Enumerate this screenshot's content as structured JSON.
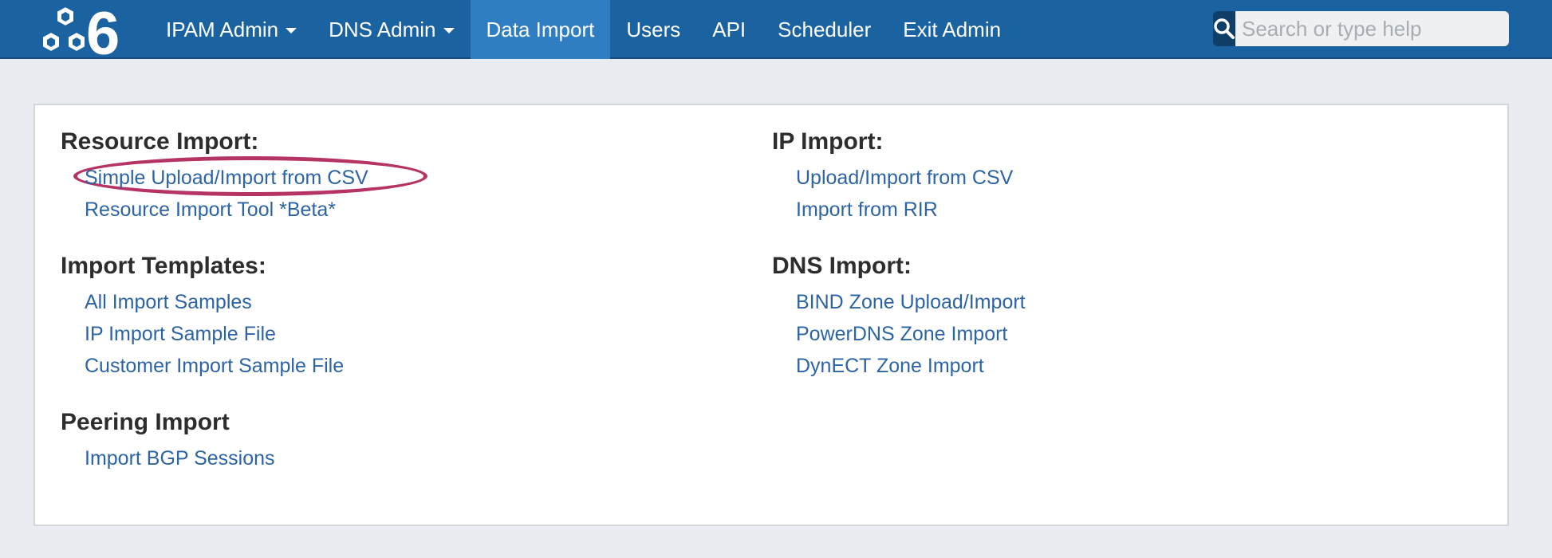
{
  "colors": {
    "navbar": "#1b62a0",
    "nav_active": "#2e7ec1",
    "link": "#2c64a6",
    "heading": "#2d2d2d",
    "annotation": "#b53464",
    "page_bg": "#e9edf1"
  },
  "nav": {
    "logo_icon": "hexagon-6-logo-icon",
    "items": [
      {
        "label": "IPAM Admin",
        "dropdown": true
      },
      {
        "label": "DNS Admin",
        "dropdown": true
      },
      {
        "label": "Data Import",
        "active": true
      },
      {
        "label": "Users"
      },
      {
        "label": "API"
      },
      {
        "label": "Scheduler"
      },
      {
        "label": "Exit Admin"
      }
    ],
    "search": {
      "icon": "search-icon",
      "placeholder": "Search or type help",
      "value": ""
    }
  },
  "sections": {
    "resource_import": {
      "title": "Resource Import:",
      "links": [
        "Simple Upload/Import from CSV",
        "Resource Import Tool *Beta*"
      ]
    },
    "import_templates": {
      "title": "Import Templates:",
      "links": [
        "All Import Samples",
        "IP Import Sample File",
        "Customer Import Sample File"
      ]
    },
    "peering_import": {
      "title": "Peering Import",
      "links": [
        "Import BGP Sessions"
      ]
    },
    "ip_import": {
      "title": "IP Import:",
      "links": [
        "Upload/Import from CSV",
        "Import from RIR"
      ]
    },
    "dns_import": {
      "title": "DNS Import:",
      "links": [
        "BIND Zone Upload/Import",
        "PowerDNS Zone Import",
        "DynECT Zone Import"
      ]
    }
  }
}
